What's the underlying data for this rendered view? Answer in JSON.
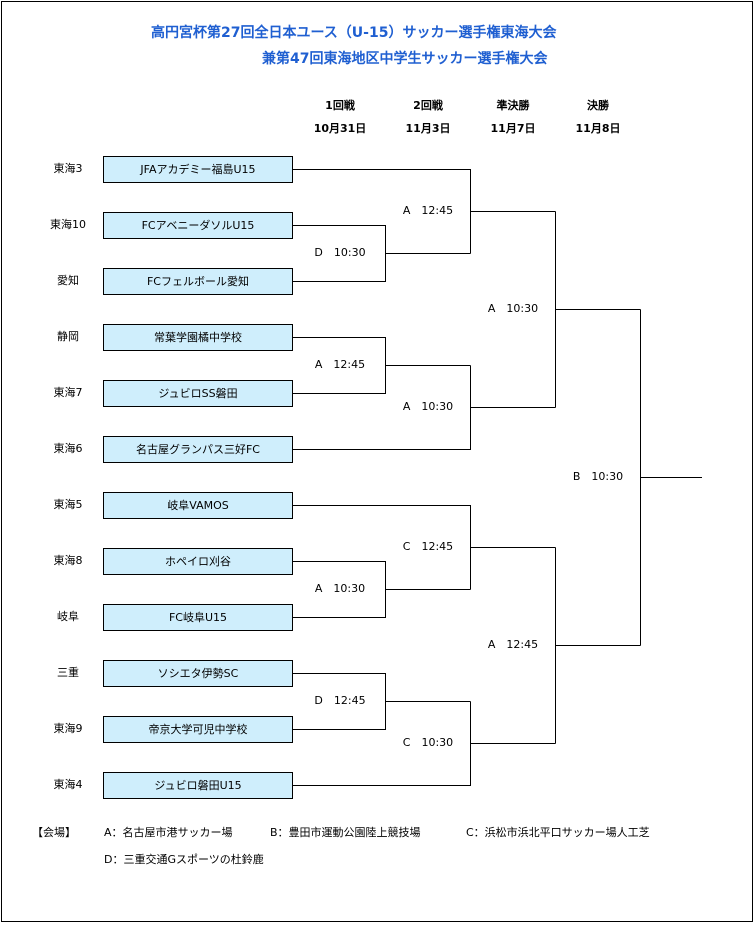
{
  "title": {
    "line1": "高円宮杯第27回全日本ユース（U-15）サッカー選手権東海大会",
    "line2": "兼第47回東海地区中学生サッカー選手権大会"
  },
  "rounds": [
    {
      "name": "1回戦",
      "date": "10月31日"
    },
    {
      "name": "2回戦",
      "date": "11月3日"
    },
    {
      "name": "準決勝",
      "date": "11月7日"
    },
    {
      "name": "決勝",
      "date": "11月8日"
    }
  ],
  "teams": [
    {
      "pref": "東海3",
      "name": "JFAアカデミー福島U15"
    },
    {
      "pref": "東海10",
      "name": "FCアベニーダソルU15"
    },
    {
      "pref": "愛知",
      "name": "FCフェルボール愛知"
    },
    {
      "pref": "静岡",
      "name": "常葉学園橘中学校"
    },
    {
      "pref": "東海7",
      "name": "ジュビロSS磐田"
    },
    {
      "pref": "東海6",
      "name": "名古屋グランパス三好FC"
    },
    {
      "pref": "東海5",
      "name": "岐阜VAMOS"
    },
    {
      "pref": "東海8",
      "name": "ホペイロ刈谷"
    },
    {
      "pref": "岐阜",
      "name": "FC岐阜U15"
    },
    {
      "pref": "三重",
      "name": "ソシエタ伊勢SC"
    },
    {
      "pref": "東海9",
      "name": "帝京大学可児中学校"
    },
    {
      "pref": "東海4",
      "name": "ジュビロ磐田U15"
    }
  ],
  "matches": {
    "r1": [
      "D　10:30",
      "A　12:45",
      "A　10:30",
      "D　12:45"
    ],
    "r2": [
      "A　12:45",
      "A　10:30",
      "C　12:45",
      "C　10:30"
    ],
    "semi": [
      "A　10:30",
      "A　12:45"
    ],
    "final": "B　10:30"
  },
  "venues": {
    "label": "【会場】",
    "items": [
      "A：名古屋市港サッカー場",
      "B：豊田市運動公園陸上競技場",
      "C：浜松市浜北平口サッカー場人工芝",
      "D：三重交通Gスポーツの杜鈴鹿"
    ]
  }
}
